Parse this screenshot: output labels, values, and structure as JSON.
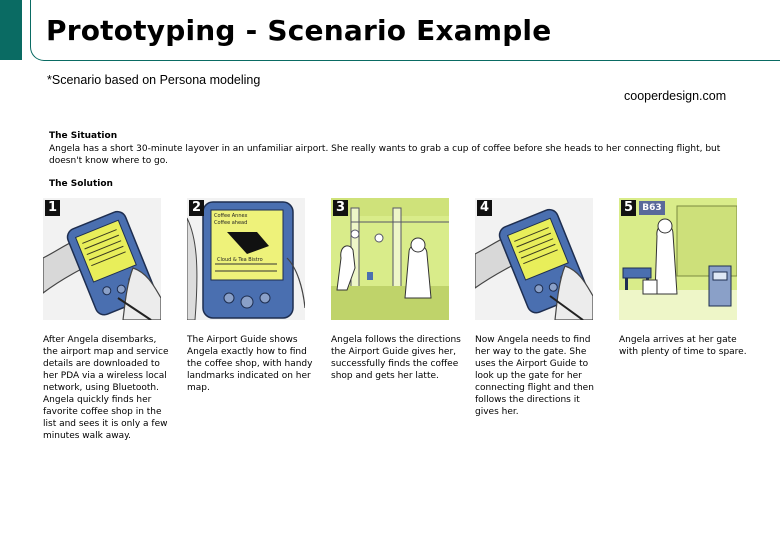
{
  "header": {
    "title": "Prototyping - Scenario Example"
  },
  "subtitle": "*Scenario based on Persona modeling",
  "credit": "cooperdesign.com",
  "situation": {
    "heading": "The Situation",
    "text": "Angela has a short 30-minute layover in an unfamiliar airport. She really wants to grab a cup of coffee before she heads to her connecting flight, but doesn't know where to go."
  },
  "solution": {
    "heading": "The Solution"
  },
  "panels": [
    {
      "number": "1",
      "caption": "After Angela disembarks, the airport map and service details are downloaded to her PDA via a wireless local network, using Bluetooth. Angela quickly finds her favorite coffee shop in the list and sees it is only a few minutes walk away."
    },
    {
      "number": "2",
      "caption": "The Airport Guide shows Angela exactly how to find the coffee shop, with handy landmarks indicated on her map.",
      "screen_text": [
        "Coffee Annex",
        "Coffee ahead",
        "Cloud & Tea Bistro"
      ]
    },
    {
      "number": "3",
      "caption": "Angela follows the directions the Airport Guide gives her, successfully finds the coffee shop and gets her latte."
    },
    {
      "number": "4",
      "caption": "Now Angela needs to find her way to the gate. She uses the Airport Guide to look up the gate for her connecting flight and then follows the directions it gives her."
    },
    {
      "number": "5",
      "caption": "Angela arrives at her gate with plenty of time to spare.",
      "gate_sign": "B63"
    }
  ],
  "colors": {
    "accent": "#0a6b63",
    "pda_blue": "#4a6fb0",
    "pda_screen": "#e8ee5a",
    "illustration_green": "#d9ec8a"
  }
}
